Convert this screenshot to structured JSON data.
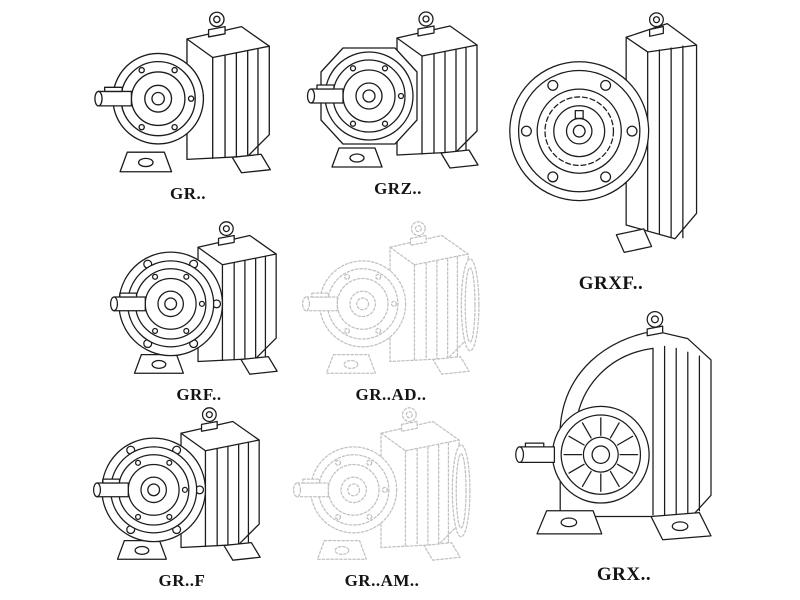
{
  "page": {
    "background": "#ffffff",
    "line_color": "#1c1c1c",
    "faded_line_color": "#c2c2c2",
    "label_color": "#141414"
  },
  "figures": [
    {
      "id": "gr",
      "label": "GR..",
      "drawing": "gearbox-foot-mounted-isometric",
      "line_style": "solid"
    },
    {
      "id": "grz",
      "label": "GRZ..",
      "drawing": "gearbox-foot-mounted-octagon-face",
      "line_style": "solid"
    },
    {
      "id": "grxf",
      "label": "GRXF..",
      "drawing": "gearbox-flange-front-view",
      "line_style": "solid"
    },
    {
      "id": "grf",
      "label": "GRF..",
      "drawing": "gearbox-flange-isometric",
      "line_style": "solid"
    },
    {
      "id": "grad",
      "label": "GR..AD..",
      "drawing": "gearbox-input-adapter-isometric",
      "line_style": "dotted"
    },
    {
      "id": "grff",
      "label": "GR..F",
      "drawing": "gearbox-foot-flange-isometric",
      "line_style": "solid"
    },
    {
      "id": "gram",
      "label": "GR..AM..",
      "drawing": "gearbox-motor-adapter-isometric",
      "line_style": "dotted"
    },
    {
      "id": "grx",
      "label": "GRX..",
      "drawing": "gearbox-heavy-foot-mounted-isometric",
      "line_style": "solid"
    }
  ]
}
